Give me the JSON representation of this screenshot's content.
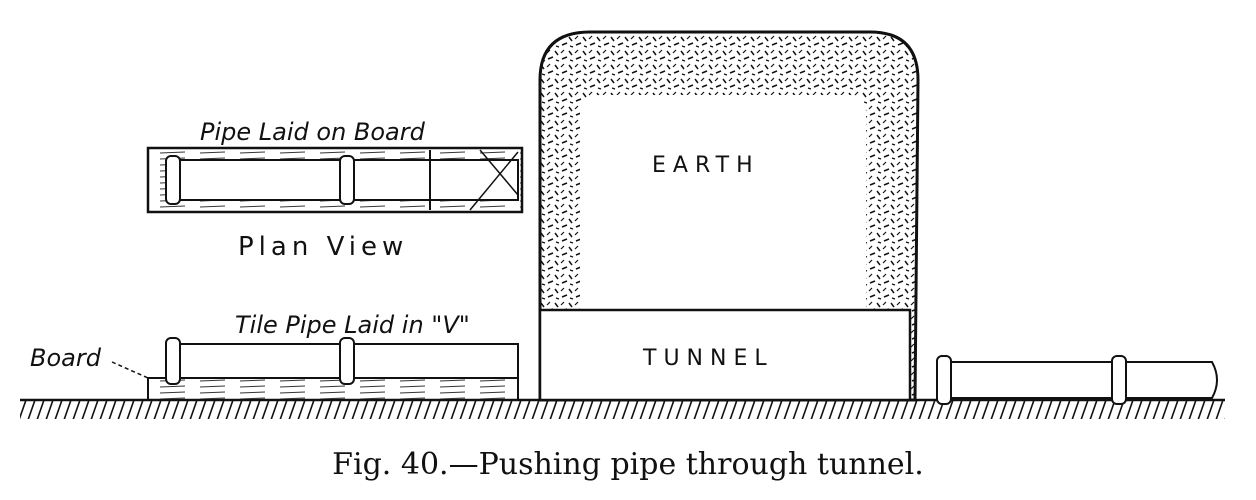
{
  "figure": {
    "plan_label": "Pipe Laid on Board",
    "plan_view": "Plan View",
    "side_label": "Tile Pipe Laid in \"V\"",
    "board_label": "Board",
    "earth_label": "EARTH",
    "tunnel_label": "TUNNEL",
    "caption": "Fig. 40.—Pushing pipe through tunnel."
  }
}
